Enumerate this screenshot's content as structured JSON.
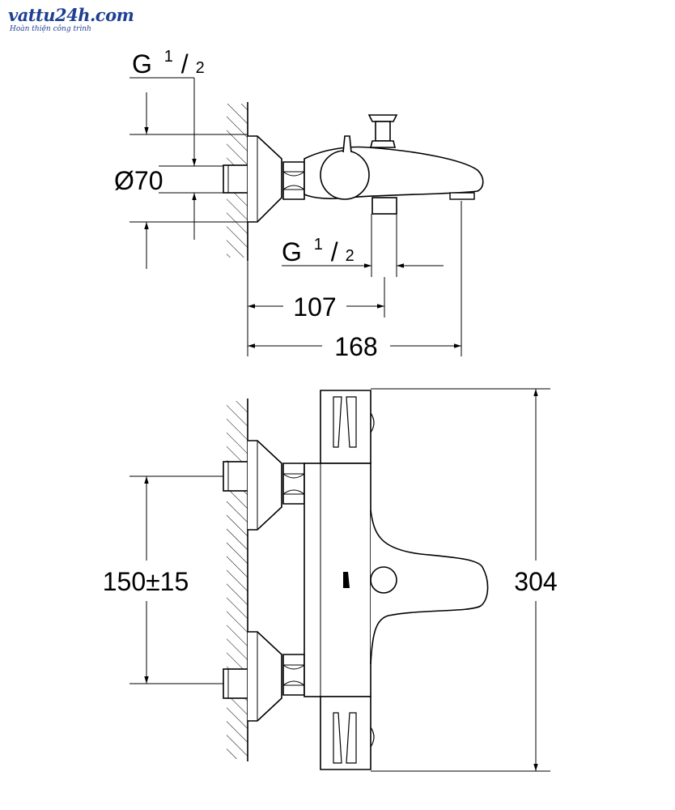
{
  "logo": {
    "name": "vattu24h.com",
    "tagline": "Hoàn thiện công trình"
  },
  "top_view": {
    "thread_inlet": {
      "base": "G",
      "num": "1",
      "den": "2"
    },
    "diameter": "Ø70",
    "thread_outlet": {
      "base": "G",
      "num": "1",
      "den": "2"
    },
    "dim_outlet": "107",
    "dim_depth": "168"
  },
  "front_view": {
    "dim_centers": "150±15",
    "dim_height": "304"
  }
}
